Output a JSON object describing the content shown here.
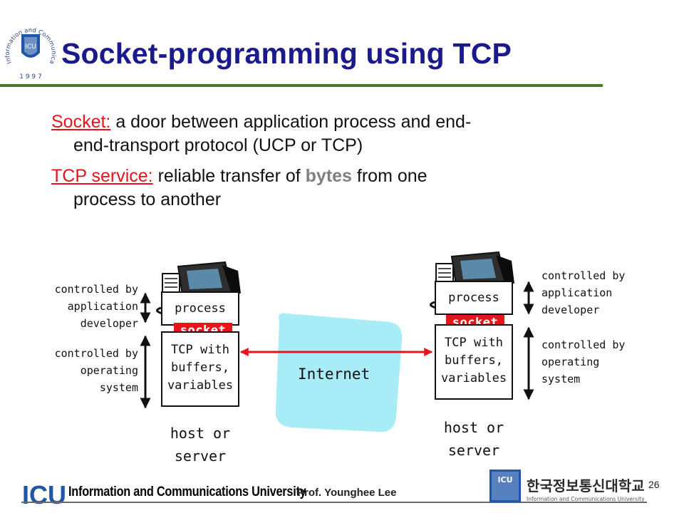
{
  "header": {
    "title": "Socket-programming using TCP",
    "seal_text": "Information and Communications University",
    "seal_year": "1 9 9 7"
  },
  "bullets": [
    {
      "term": "Socket:",
      "line1": " a door between application process and end-",
      "line2": "end-transport protocol (UCP or TCP)"
    },
    {
      "term": "TCP service:",
      "line1_pre": " reliable transfer of ",
      "line1_highlight": "bytes",
      "line1_post": " from one",
      "line2": "process to another"
    }
  ],
  "diagram": {
    "left_host": {
      "label_app": [
        "controlled by",
        "application",
        "developer"
      ],
      "label_os": [
        "controlled by",
        "operating",
        "system"
      ],
      "process": "process",
      "socket": "socket",
      "tcp": [
        "TCP with",
        "buffers,",
        "variables"
      ],
      "host": [
        "host or",
        "server"
      ]
    },
    "right_host": {
      "label_app": [
        "controlled by",
        "application",
        "developer"
      ],
      "label_os": [
        "controlled by",
        "operating",
        "system"
      ],
      "process": "process",
      "socket": "socket",
      "tcp": [
        "TCP with",
        "buffers,",
        "variables"
      ],
      "host": [
        "host or",
        "server"
      ]
    },
    "internet": "Internet",
    "colors": {
      "socket": "#e8141b",
      "link": "#e8141b",
      "cloud": "#a8ecf7"
    }
  },
  "footer": {
    "icu": "ICU",
    "university": "Information and Communications University",
    "professor": "Prof. Younghee Lee",
    "right_logo_icu": "ICU",
    "right_logo_korean": "한국정보통신대학교",
    "right_logo_english": "Information and Communications University",
    "page": "26"
  }
}
